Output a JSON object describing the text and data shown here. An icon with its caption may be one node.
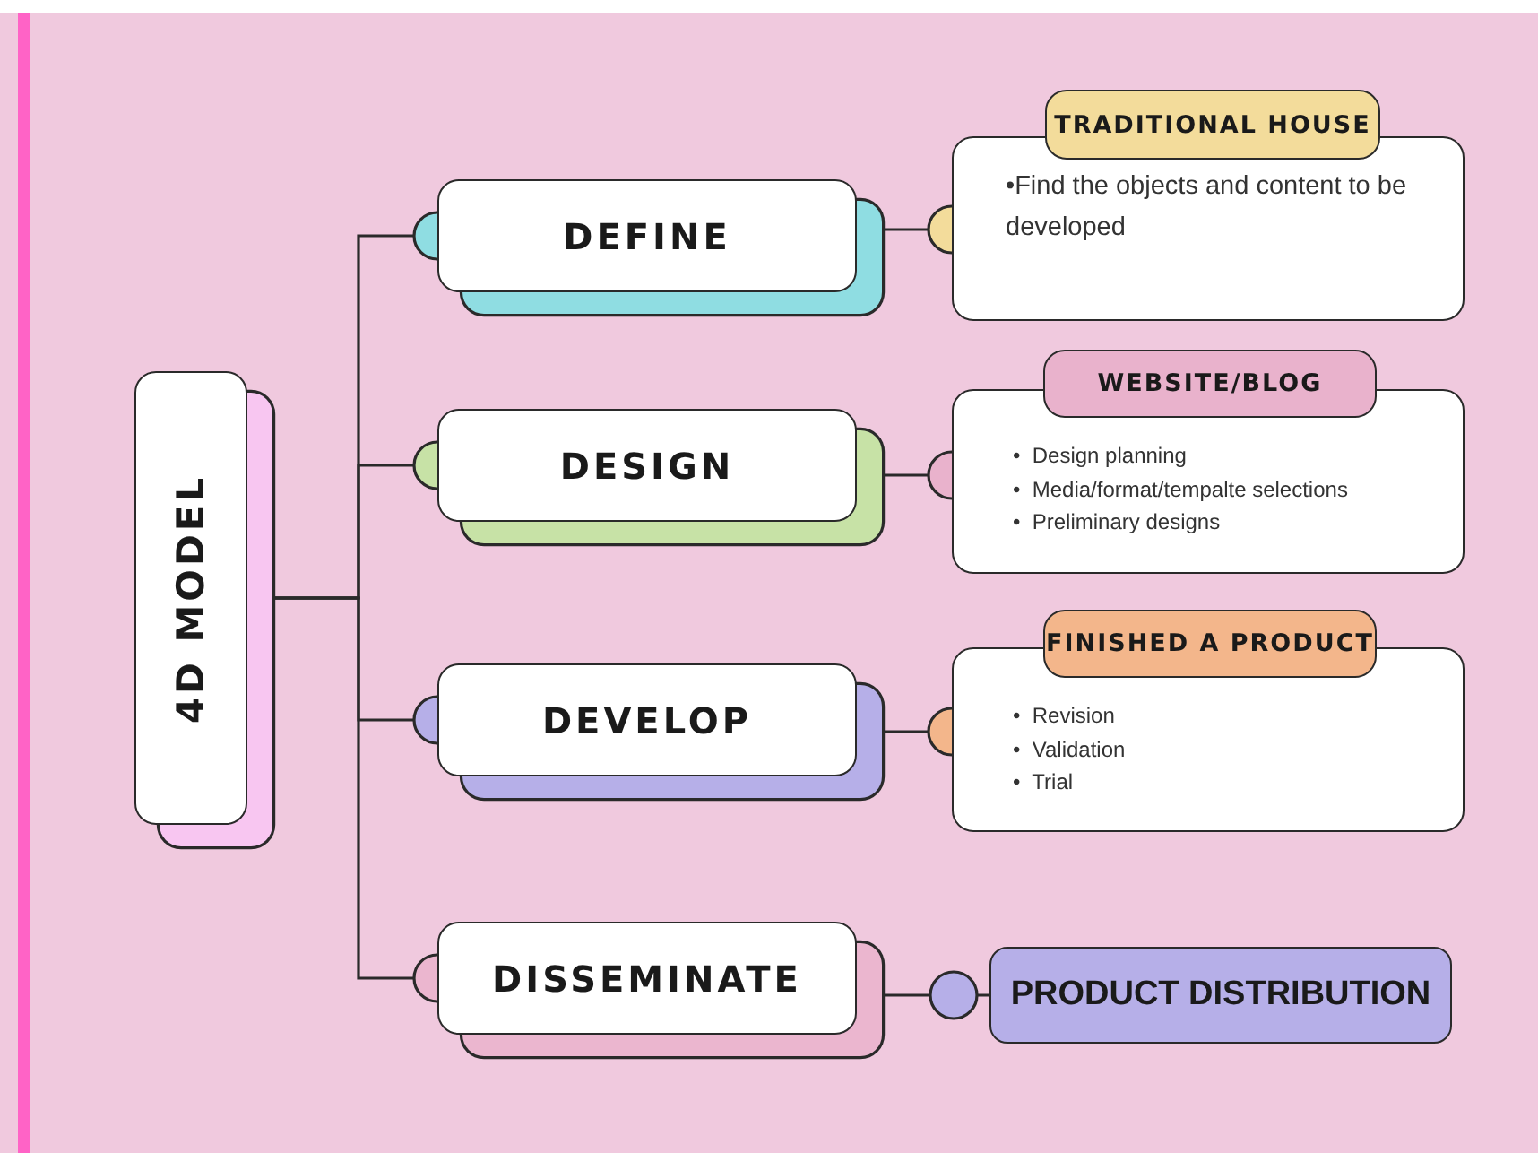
{
  "diagram": {
    "nodes": [
      {
        "text": [
          "4D MODEL"
        ]
      },
      {
        "text": [
          "DEFINE"
        ]
      },
      {
        "text": [
          "DESIGN"
        ]
      },
      {
        "text": [
          "DEVELOP"
        ]
      },
      {
        "text": [
          "DISSEMINATE"
        ]
      },
      {
        "text": [
          "TRADITIONAL HOUSE",
          "•Find the objects and content to be developed"
        ]
      },
      {
        "text": [
          "WEBSITE/BLOG",
          "•  Design planning",
          "•  Media/format/tempalte selections",
          "•  Preliminary designs"
        ]
      },
      {
        "text": [
          "FINISHED A PRODUCT",
          "•  Revision",
          "•  Validation",
          "•  Trial"
        ]
      },
      {
        "text": [
          "PRODUCT DISTRIBUTION"
        ]
      }
    ],
    "edges": [
      {
        "from": 0,
        "to": 1,
        "arrow": "other"
      },
      {
        "from": 0,
        "to": 2,
        "arrow": "other"
      },
      {
        "from": 0,
        "to": 3,
        "arrow": "other"
      },
      {
        "from": 0,
        "to": 4,
        "arrow": "other"
      },
      {
        "from": 1,
        "to": 5,
        "arrow": "other"
      },
      {
        "from": 2,
        "to": 6,
        "arrow": "other"
      },
      {
        "from": 3,
        "to": 7,
        "arrow": "other"
      },
      {
        "from": 4,
        "to": 8,
        "arrow": "other"
      }
    ]
  }
}
